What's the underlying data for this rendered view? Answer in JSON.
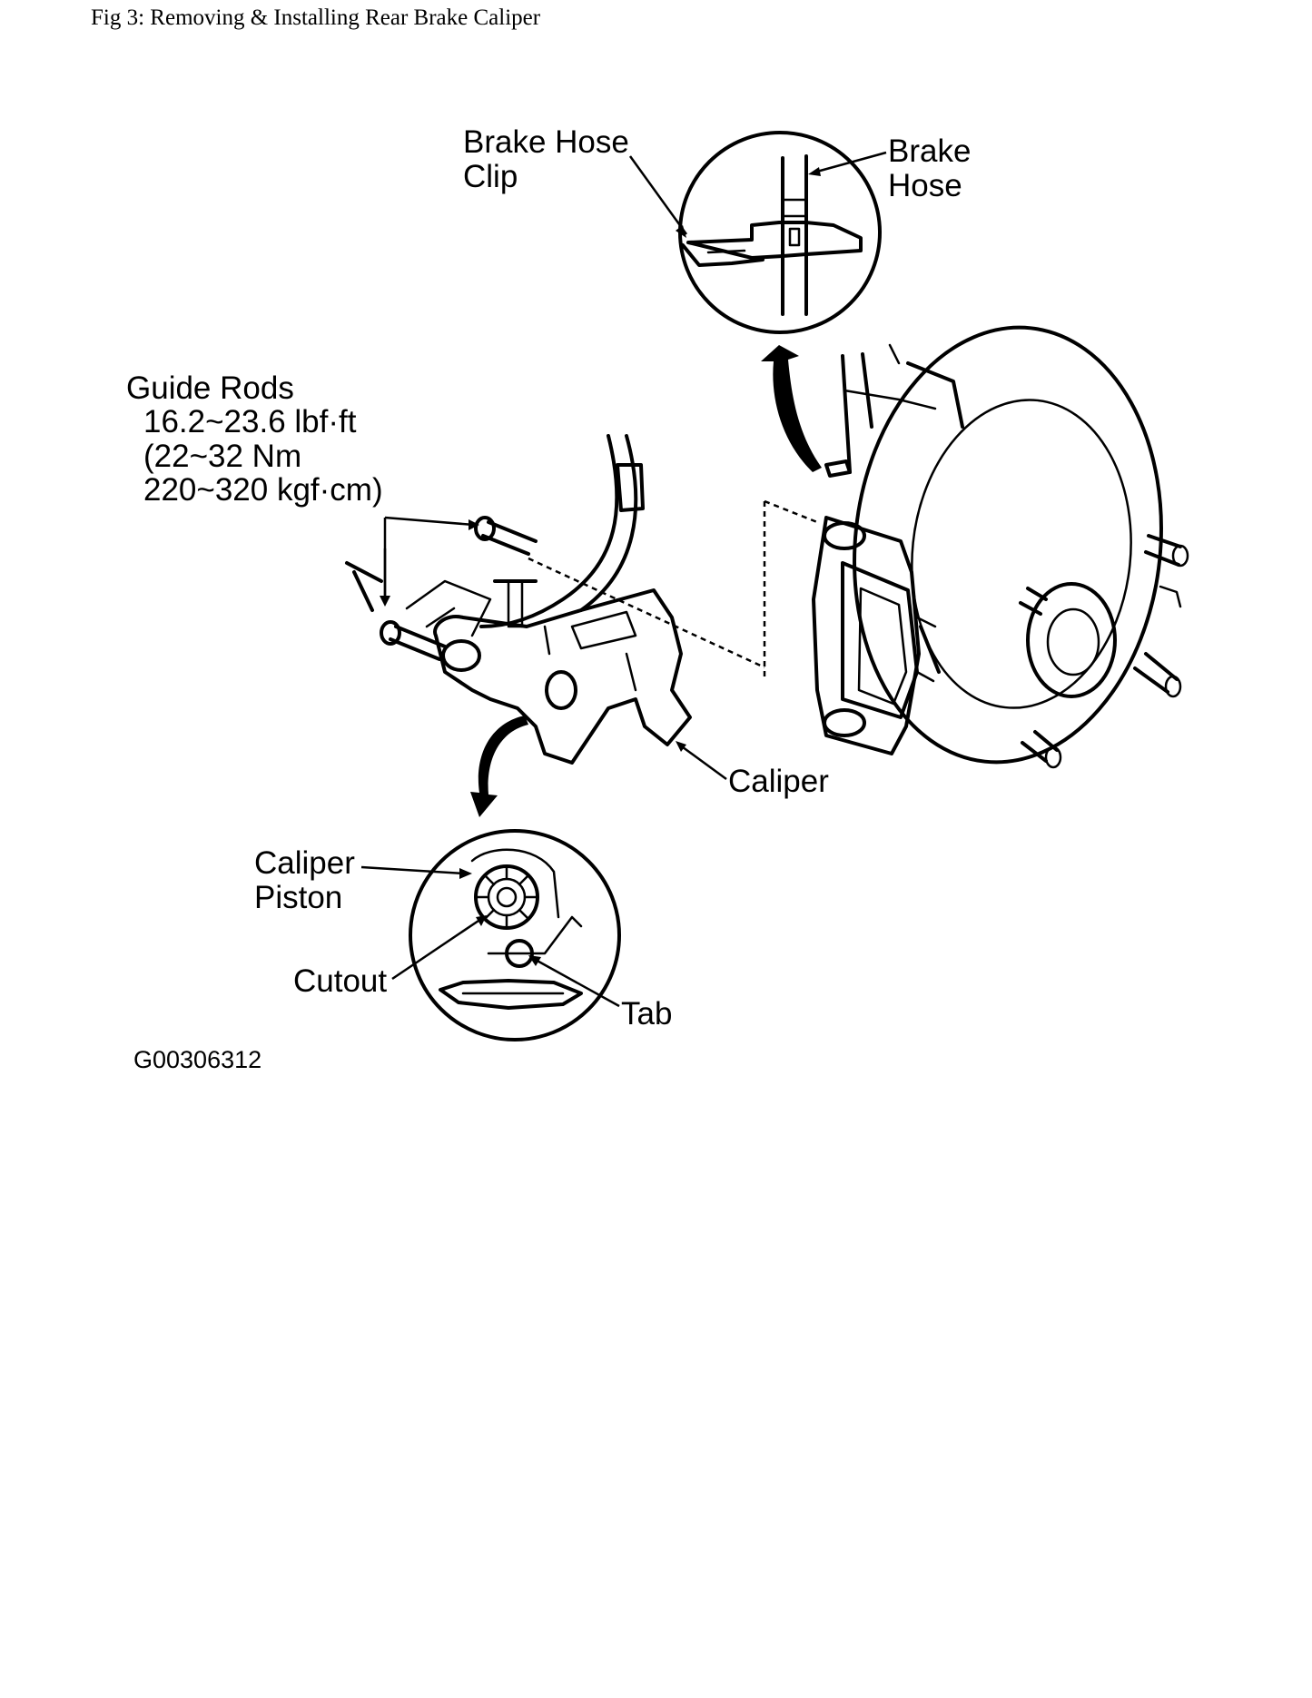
{
  "figure": {
    "title": "Fig 3: Removing & Installing Rear Brake Caliper",
    "code": "G00306312"
  },
  "labels": {
    "brake_hose_clip": [
      "Brake Hose",
      "Clip"
    ],
    "brake_hose": [
      "Brake",
      "Hose"
    ],
    "guide_rods": [
      "Guide Rods",
      "16.2~23.6 lbf·ft",
      "(22~32 Nm",
      "220~320 kgf·cm)"
    ],
    "caliper": "Caliper",
    "caliper_piston": [
      "Caliper",
      "Piston"
    ],
    "cutout": "Cutout",
    "tab": "Tab"
  }
}
